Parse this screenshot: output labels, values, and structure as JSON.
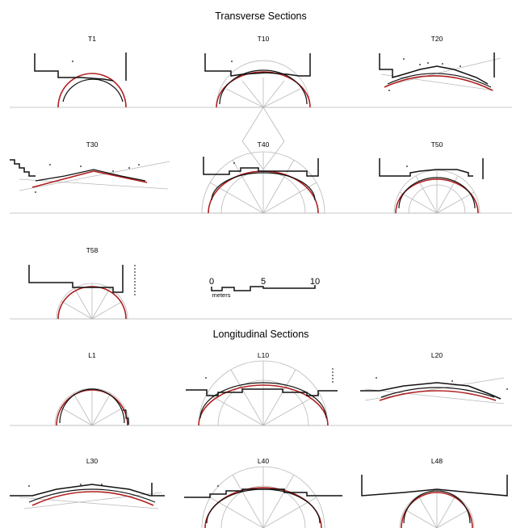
{
  "headings": {
    "transverse": "Transverse Sections",
    "longitudinal": "Longitudinal Sections"
  },
  "transverse_labels": [
    "T1",
    "T10",
    "T20",
    "T30",
    "T40",
    "T50",
    "T58"
  ],
  "longitudinal_labels": [
    "L1",
    "L10",
    "L20",
    "L30",
    "L40",
    "L48"
  ],
  "scale_bar": {
    "ticks": [
      "0",
      "5",
      "10"
    ],
    "unit": "meters"
  },
  "colors": {
    "profile": "#111111",
    "fit_arc": "#b02020",
    "construction": "#b8b8b8",
    "baseline": "#c8c8c8"
  }
}
